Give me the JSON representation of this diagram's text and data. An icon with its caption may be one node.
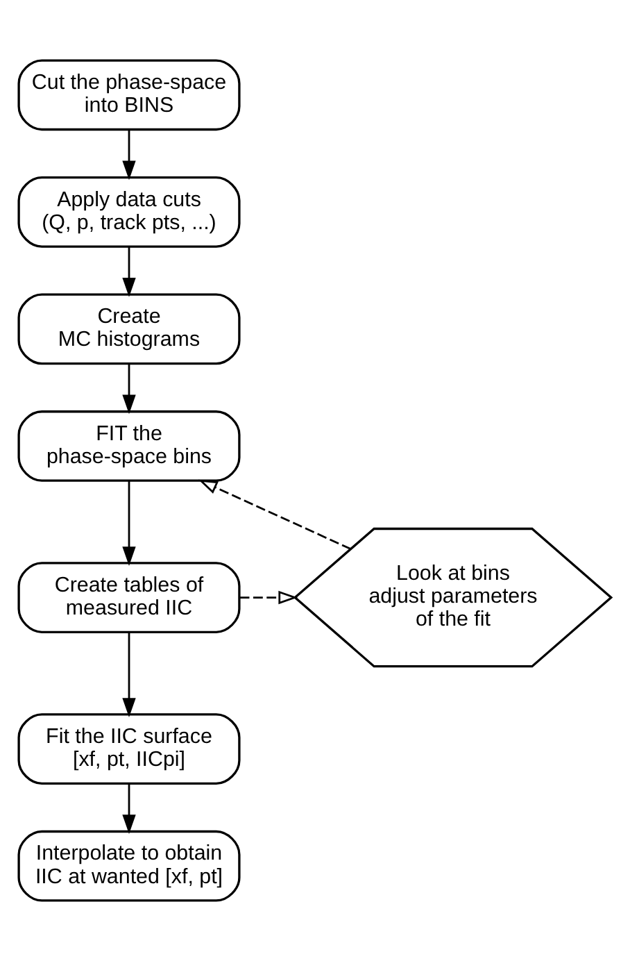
{
  "diagram": {
    "nodes": [
      {
        "text": [
          "Cut the phase-space into BINS"
        ]
      },
      {
        "text": [
          "Apply data cuts (Q, p, track pts, ...)"
        ]
      },
      {
        "text": [
          "Create MC histograms"
        ]
      },
      {
        "text": [
          "FIT the phase-space bins"
        ]
      },
      {
        "text": [
          "Create tables of measured IIC"
        ]
      },
      {
        "text": [
          "Fit the IIC surface [xf, pt, IICpi]"
        ]
      },
      {
        "text": [
          "Interpolate to obtain IIC at wanted [xf, pt]"
        ]
      },
      {
        "text": [
          "Look at bins adjust parameters of the fit"
        ]
      }
    ],
    "edges": [
      {
        "from": 0,
        "to": 1,
        "arrow": "to"
      },
      {
        "from": 1,
        "to": 2,
        "arrow": "to"
      },
      {
        "from": 2,
        "to": 3,
        "arrow": "to"
      },
      {
        "from": 3,
        "to": 4,
        "arrow": "to"
      },
      {
        "from": 4,
        "to": 5,
        "arrow": "to"
      },
      {
        "from": 5,
        "to": 6,
        "arrow": "to"
      },
      {
        "from": 4,
        "to": 7,
        "arrow": "to",
        "style": "dashed"
      },
      {
        "from": 7,
        "to": 3,
        "arrow": "to",
        "style": "dashed"
      }
    ]
  }
}
